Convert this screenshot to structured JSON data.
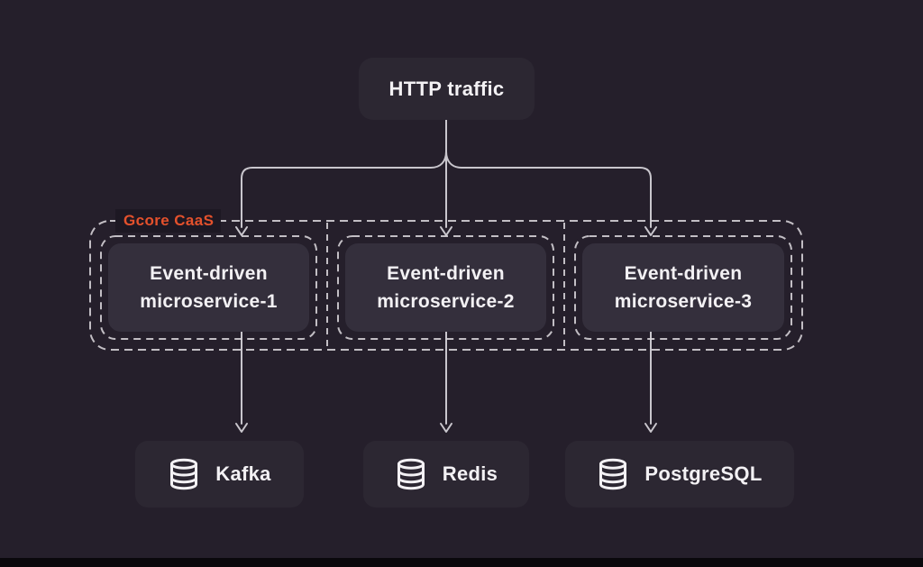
{
  "colors": {
    "background": "#251f2b",
    "node_fill": "#2c2732",
    "service_fill": "#342f3c",
    "dashed_border": "#d8d5da",
    "connector_line": "#c9c6cd",
    "text": "#f3f1f4",
    "accent_orange": "#e4512c",
    "bottom_bar": "#0a080c"
  },
  "diagram": {
    "source": {
      "label": "HTTP traffic"
    },
    "container": {
      "label": "Gcore CaaS"
    },
    "services": [
      {
        "lines": [
          "Event-driven",
          "microservice-1"
        ]
      },
      {
        "lines": [
          "Event-driven",
          "microservice-2"
        ]
      },
      {
        "lines": [
          "Event-driven",
          "microservice-3"
        ]
      }
    ],
    "databases": [
      {
        "label": "Kafka",
        "icon": "database-cylinder-icon"
      },
      {
        "label": "Redis",
        "icon": "database-cylinder-icon"
      },
      {
        "label": "PostgreSQL",
        "icon": "database-cylinder-icon"
      }
    ]
  }
}
